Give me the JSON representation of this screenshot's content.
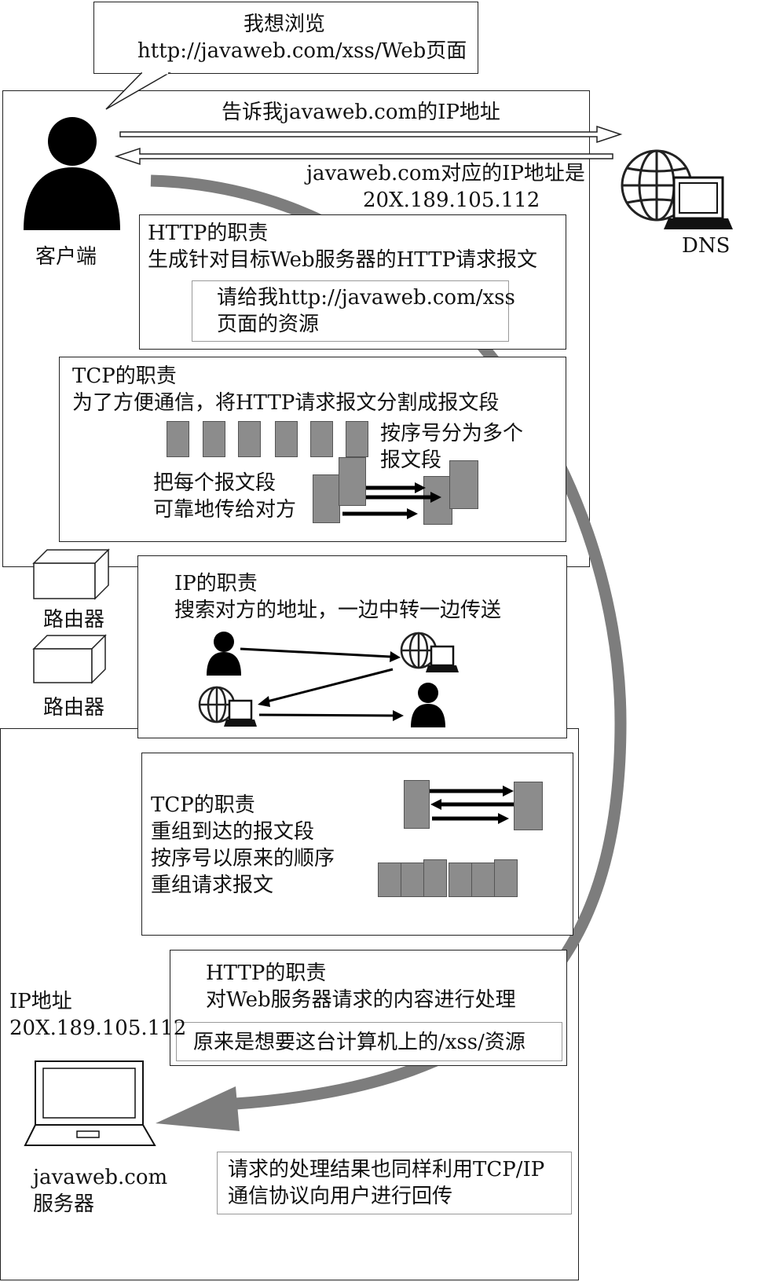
{
  "bubble": {
    "line1": "我想浏览",
    "line2": "http://javaweb.com/xss/Web页面"
  },
  "client_label": "客户端",
  "dns": {
    "label": "DNS",
    "query": "告诉我javaweb.com的IP地址",
    "reply_line1": "javaweb.com对应的IP地址是",
    "reply_line2": "20X.189.105.112"
  },
  "http_client": {
    "title": "HTTP的职责",
    "desc": "生成针对目标Web服务器的HTTP请求报文",
    "msg_line1": "请给我http://javaweb.com/xss",
    "msg_line2": "页面的资源"
  },
  "tcp_client": {
    "title": "TCP的职责",
    "desc": "为了方便通信，将HTTP请求报文分割成报文段",
    "note1_line1": "按序号分为多个",
    "note1_line2": "报文段",
    "note2_line1": "把每个报文段",
    "note2_line2": "可靠地传给对方"
  },
  "routers": [
    {
      "label": "路由器"
    },
    {
      "label": "路由器"
    }
  ],
  "ip": {
    "title": "IP的职责",
    "desc": "搜索对方的地址，一边中转一边传送"
  },
  "tcp_server": {
    "title": "TCP的职责",
    "line1": "重组到达的报文段",
    "line2": "按序号以原来的顺序",
    "line3": "重组请求报文"
  },
  "http_server": {
    "title": "HTTP的职责",
    "desc": "对Web服务器请求的内容进行处理",
    "msg": "原来是想要这台计算机上的/xss/资源"
  },
  "server": {
    "ip_label": "IP地址",
    "ip_value": "20X.189.105.112",
    "name_line1": "javaweb.com",
    "name_line2": "服务器"
  },
  "result": {
    "line1": "请求的处理结果也同样利用TCP/IP",
    "line2": "通信协议向用户进行回传"
  }
}
